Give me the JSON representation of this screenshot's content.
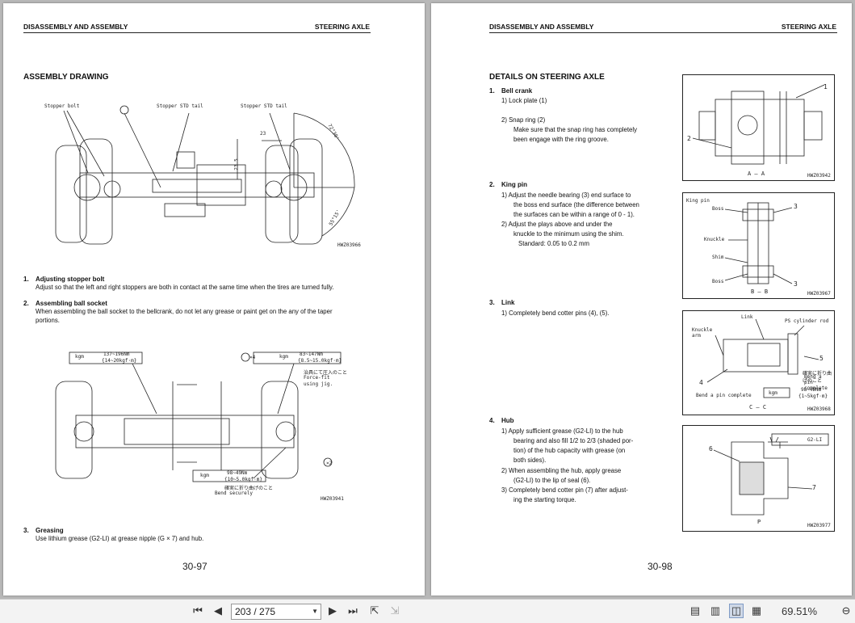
{
  "left_page": {
    "header_left": "DISASSEMBLY AND ASSEMBLY",
    "header_right": "STEERING AXLE",
    "section_title": "ASSEMBLY DRAWING",
    "fig1": {
      "code": "HWZ03966",
      "labels": [
        "Stopper bolt",
        "Stopper STD tail",
        "Stopper STD tail",
        "23",
        "23.5",
        "72°30'",
        "55°15'"
      ]
    },
    "item1_num": "1.",
    "item1_title": "Adjusting stopper bolt",
    "item1_text": "Adjust so that the left and right stoppers are both in contact at the same time when the tires are turned fully.",
    "item2_num": "2.",
    "item2_title": "Assembling ball socket",
    "item2_text_1": "When assembling the ball socket to the bellcrank, do not let any grease or paint get on the any of the taper",
    "item2_text_2": "portions.",
    "fig2": {
      "code": "HWZ03941",
      "torque1": "137~196Nm",
      "torque1b": "{14~20kgf·m}",
      "torque2": "83~147Nm",
      "torque2b": "{8.5~15.0kgf·m}",
      "torque3": "98~49Nm",
      "torque3b": "{10~5.0kgf·m}",
      "jp1": "治具にて圧入のこと",
      "force_fit": "Force-fit",
      "using_jig": "using jig.",
      "jp2": "確実に折り曲げのこと",
      "bend": "Bend securely",
      "x4": "×4",
      "x2": "×2",
      "kgm": "kgm"
    },
    "item3_num": "3.",
    "item3_title": "Greasing",
    "item3_text": "Use lithium grease (G2-LI) at grease nipple (G × 7) and hub.",
    "page_number": "30-97"
  },
  "right_page": {
    "header_left": "DISASSEMBLY AND ASSEMBLY",
    "header_right": "STEERING AXLE",
    "section_title": "DETAILS ON STEERING AXLE",
    "s1_num": "1.",
    "s1_title": "Bell crank",
    "s1_1": "1)  Lock plate (1)",
    "s1_2": "2)  Snap ring (2)",
    "s1_2a": "Make sure that the snap ring has completely",
    "s1_2b": "been engage with the ring groove.",
    "s2_num": "2.",
    "s2_title": "King pin",
    "s2_1a": "1)  Adjust the needle bearing (3) end surface to",
    "s2_1b": "the boss end surface (the difference between",
    "s2_1c": "the surfaces can be within a range of 0 - 1).",
    "s2_2a": "2)  Adjust the plays above and under the",
    "s2_2b": "knuckle to the minimum using the shim.",
    "s2_2c": "Standard: 0.05 to 0.2 mm",
    "s3_num": "3.",
    "s3_title": "Link",
    "s3_1": "1)  Completely bend cotter pins (4), (5).",
    "s4_num": "4.",
    "s4_title": "Hub",
    "s4_1a": "1)  Apply sufficient grease (G2-LI) to the hub",
    "s4_1b": "bearing and also fill 1/2 to 2/3 (shaded por-",
    "s4_1c": "tion) of the hub capacity with grease (on",
    "s4_1d": "both sides).",
    "s4_2a": "2)  When assembling the hub, apply grease",
    "s4_2b": "(G2-LI) to the lip of seal (6).",
    "s4_3a": "3)  Completely bend cotter pin (7) after adjust-",
    "s4_3b": "ing the starting torque.",
    "figA": {
      "section": "A – A",
      "code": "HWZ03942",
      "n1": "1",
      "n2": "2"
    },
    "figB": {
      "section": "B – B",
      "code": "HWZ03967",
      "king_pin": "King pin",
      "boss": "Boss",
      "knuckle": "Knuckle",
      "shim": "Shim",
      "boss2": "Boss",
      "n3": "3",
      "n3b": "3"
    },
    "figC": {
      "section": "C – C",
      "code": "HWZ03968",
      "link": "Link",
      "ps": "PS cylinder rod",
      "knuckle_arm": "Knuckle arm",
      "n4": "4",
      "n5": "5",
      "bend_pin": "Bend a pin complete",
      "bend_pin2": "Bend a pin complete",
      "jp": "確実に折り曲げのこと",
      "t": "98~49Nm",
      "tb": "{1~5kgf·m}",
      "kgm": "kgm"
    },
    "figD": {
      "section": "P",
      "code": "HWZ03977",
      "grease": "G2-LI",
      "n6": "6",
      "n7": "7"
    },
    "page_number": "30-98"
  },
  "toolbar": {
    "page_value": "203 / 275",
    "zoom": "69.51%"
  }
}
